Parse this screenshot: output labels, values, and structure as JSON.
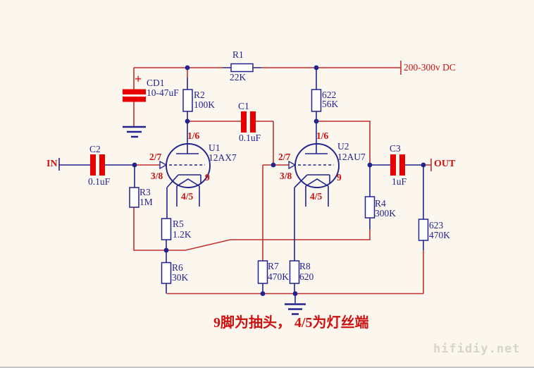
{
  "colors": {
    "background": "#fbf7ee",
    "wire_red": "#c22f2f",
    "wire_navy": "#23238f",
    "cap_red": "#e80000",
    "label_navy": "#23238f",
    "label_red": "#cc1111",
    "watermark_gray": "#d8d4c9"
  },
  "power": {
    "rail_label": "200-300v DC"
  },
  "io": {
    "input_label": "IN",
    "output_label": "OUT"
  },
  "note": "9脚为抽头， 4/5为灯丝端",
  "watermark": "hifidiy.net",
  "tubes": {
    "u1": {
      "ref": "U1",
      "model": "12AX7",
      "pin_plate": "1/6",
      "pin_grid": "2/7",
      "pin_cathode": "3/8",
      "pin_tap": "9",
      "pin_heater": "4/5"
    },
    "u2": {
      "ref": "U2",
      "model": "12AU7",
      "pin_plate": "1/6",
      "pin_grid": "2/7",
      "pin_cathode": "3/8",
      "pin_tap": "9",
      "pin_heater": "4/5"
    }
  },
  "parts": {
    "cd1": {
      "ref": "CD1",
      "value": "10-47uF",
      "polarity": "+"
    },
    "r1": {
      "ref": "R1",
      "value": "22K"
    },
    "r2": {
      "ref": "R2",
      "value": "100K"
    },
    "r3": {
      "ref": "R3",
      "value": "1M"
    },
    "r4": {
      "ref": "R4",
      "value": "300K"
    },
    "r5": {
      "ref": "R5",
      "value": "1.2K"
    },
    "r6": {
      "ref": "R6",
      "value": "30K"
    },
    "r7": {
      "ref": "R7",
      "value": "470K"
    },
    "r8": {
      "ref": "R8",
      "value": "620"
    },
    "r622": {
      "ref": "622",
      "value": "56K"
    },
    "r623": {
      "ref": "623",
      "value": "470K"
    },
    "c1": {
      "ref": "C1",
      "value": "0.1uF"
    },
    "c2": {
      "ref": "C2",
      "value": "0.1uF"
    },
    "c3": {
      "ref": "C3",
      "value": "1uF"
    }
  }
}
